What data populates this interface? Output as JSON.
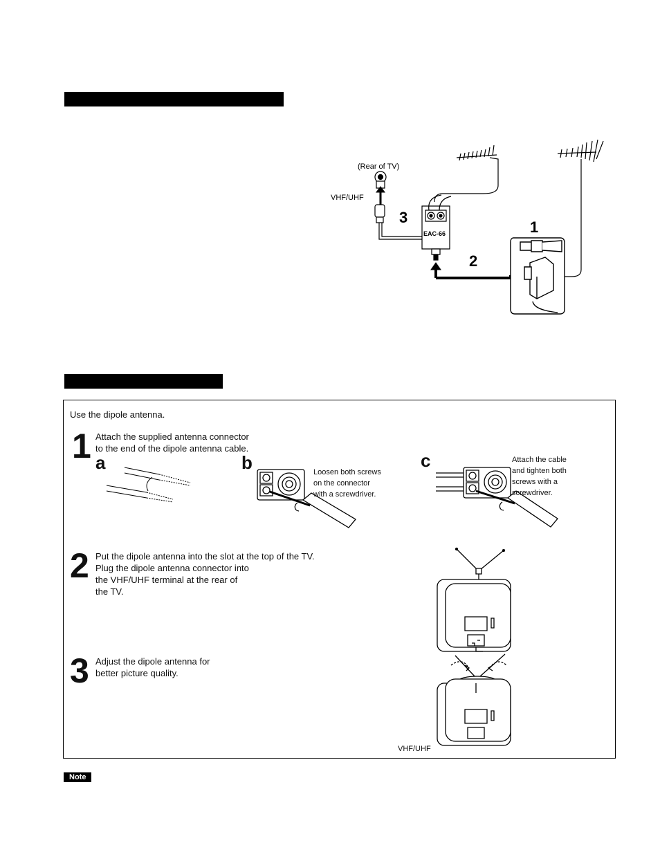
{
  "section1": {
    "diagram": {
      "rear_of_tv_label": "(Rear of TV)",
      "vhf_uhf_label": "VHF/UHF",
      "device_label": "EAC-66",
      "step_numbers": [
        "1",
        "2",
        "3"
      ]
    }
  },
  "section2": {
    "intro": "Use the dipole antenna.",
    "step1": {
      "number": "1",
      "lines": [
        "Attach the supplied antenna connector",
        "to the end of the dipole antenna cable."
      ],
      "sub_a": {
        "letter": "a"
      },
      "sub_b": {
        "letter": "b",
        "caption": [
          "Loosen both screws",
          "on the connector",
          "with a screwdriver."
        ]
      },
      "sub_c": {
        "letter": "c",
        "caption": [
          "Attach the cable",
          "and tighten both",
          "screws with a",
          "screwdriver."
        ]
      }
    },
    "step2": {
      "number": "2",
      "lines": [
        "Put the dipole antenna into the slot at the top of the TV.",
        "Plug the dipole antenna connector into",
        "the VHF/UHF terminal at the rear of",
        "the TV."
      ]
    },
    "step3": {
      "number": "3",
      "lines": [
        "Adjust the dipole antenna for",
        "better picture quality."
      ],
      "vhf_uhf_label": "VHF/UHF"
    }
  },
  "note": {
    "label": "Note"
  }
}
